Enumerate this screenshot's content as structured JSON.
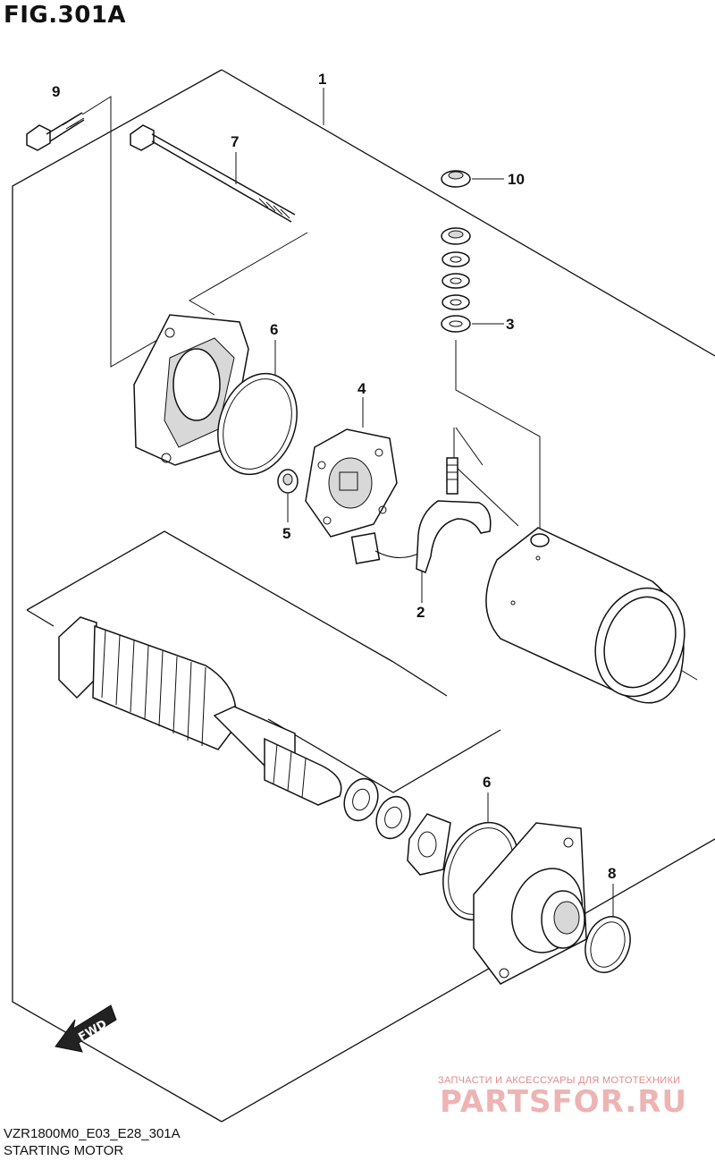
{
  "figure": {
    "title": "FIG.301A",
    "code": "VZR1800M0_E03_E28_301A",
    "name": "STARTING MOTOR"
  },
  "callouts": [
    {
      "id": "callout-1",
      "label": "1"
    },
    {
      "id": "callout-2",
      "label": "2"
    },
    {
      "id": "callout-3",
      "label": "3"
    },
    {
      "id": "callout-4",
      "label": "4"
    },
    {
      "id": "callout-5",
      "label": "5"
    },
    {
      "id": "callout-6a",
      "label": "6"
    },
    {
      "id": "callout-6b",
      "label": "6"
    },
    {
      "id": "callout-7",
      "label": "7"
    },
    {
      "id": "callout-8",
      "label": "8"
    },
    {
      "id": "callout-9",
      "label": "9"
    },
    {
      "id": "callout-10",
      "label": "10"
    }
  ],
  "direction_marker": {
    "label": "FWD"
  },
  "watermark": {
    "subtitle": "ЗАПЧАСТИ И АКСЕССУАРЫ ДЛЯ МОТОТЕХНИКИ",
    "brand": "PARTSFOR.RU"
  }
}
